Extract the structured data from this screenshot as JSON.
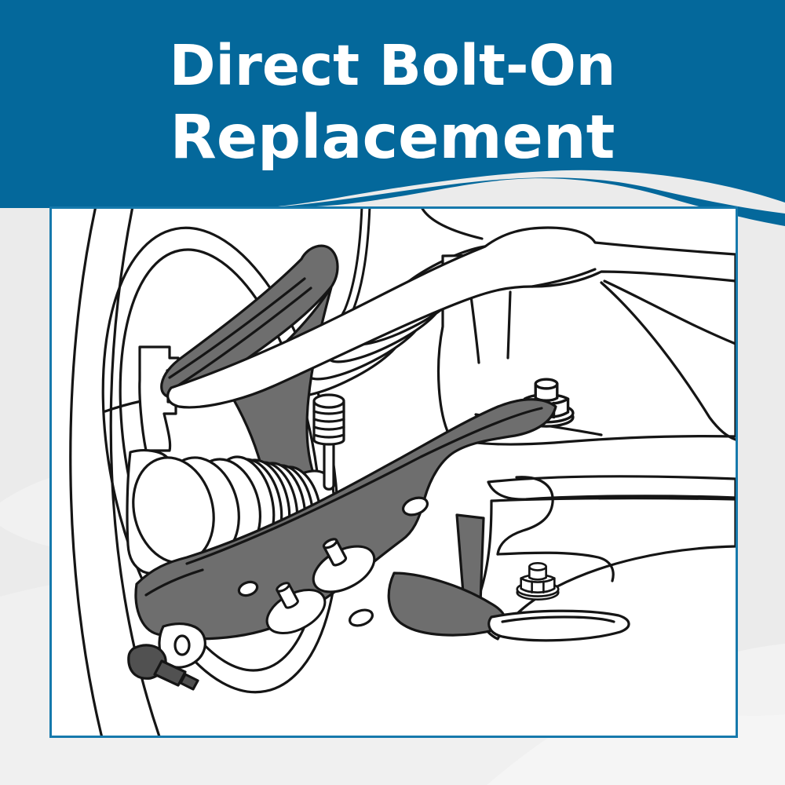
{
  "page": {
    "background_color": "#ebebeb"
  },
  "header": {
    "title_line1": "Direct Bolt-On",
    "title_line2": "Replacement",
    "text_color": "#ffffff",
    "background_color": "#04689b"
  },
  "figure": {
    "border_color": "#1679ac",
    "canvas_color": "#ffffff",
    "outline_color": "#151515",
    "highlighted_part_color": "#6e6e6e",
    "small_part_color": "#515151",
    "highlighted_parts": [
      "upper-control-arm",
      "lower-control-arm",
      "stabilizer-end-link"
    ],
    "parts": [
      "tire",
      "wheel-rim",
      "steering-knuckle",
      "coil-spring",
      "brake-hose",
      "sway-bar",
      "frame-rail",
      "hex-flange-bolt-upper",
      "hex-flange-bolt-lower",
      "cv-axle-boot",
      "upper-control-arm",
      "lower-control-arm",
      "stabilizer-end-link",
      "ball-joint",
      "skid-bracket"
    ]
  }
}
